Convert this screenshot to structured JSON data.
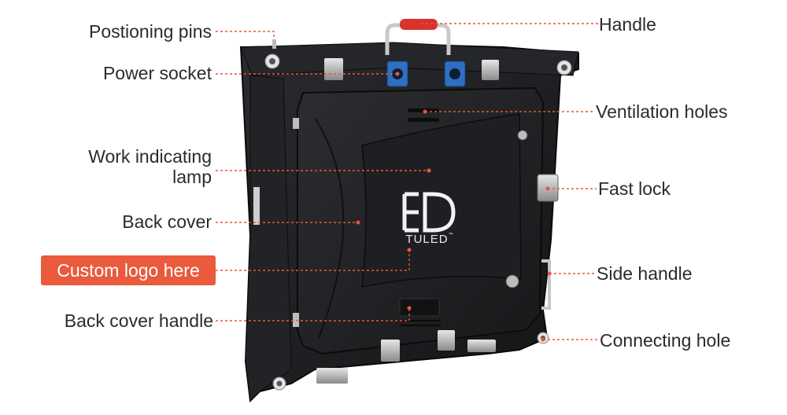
{
  "labels": {
    "positioning_pins": "Postioning pins",
    "power_socket": "Power socket",
    "work_lamp_line1": "Work indicating",
    "work_lamp_line2": "lamp",
    "back_cover": "Back cover",
    "custom_logo": "Custom logo here",
    "back_cover_handle": "Back cover handle",
    "handle": "Handle",
    "ventilation_holes": "Ventilation holes",
    "fast_lock": "Fast lock",
    "side_handle": "Side handle",
    "connecting_hole": "Connecting hole"
  },
  "brand": {
    "name": "TULED",
    "tm": "™"
  },
  "colors": {
    "callout_line": "#e9563a",
    "badge_bg": "#ea5a3c",
    "cabinet": "#1b1c1e",
    "socket": "#2f6fc2",
    "handle_grip": "#d8332d"
  }
}
